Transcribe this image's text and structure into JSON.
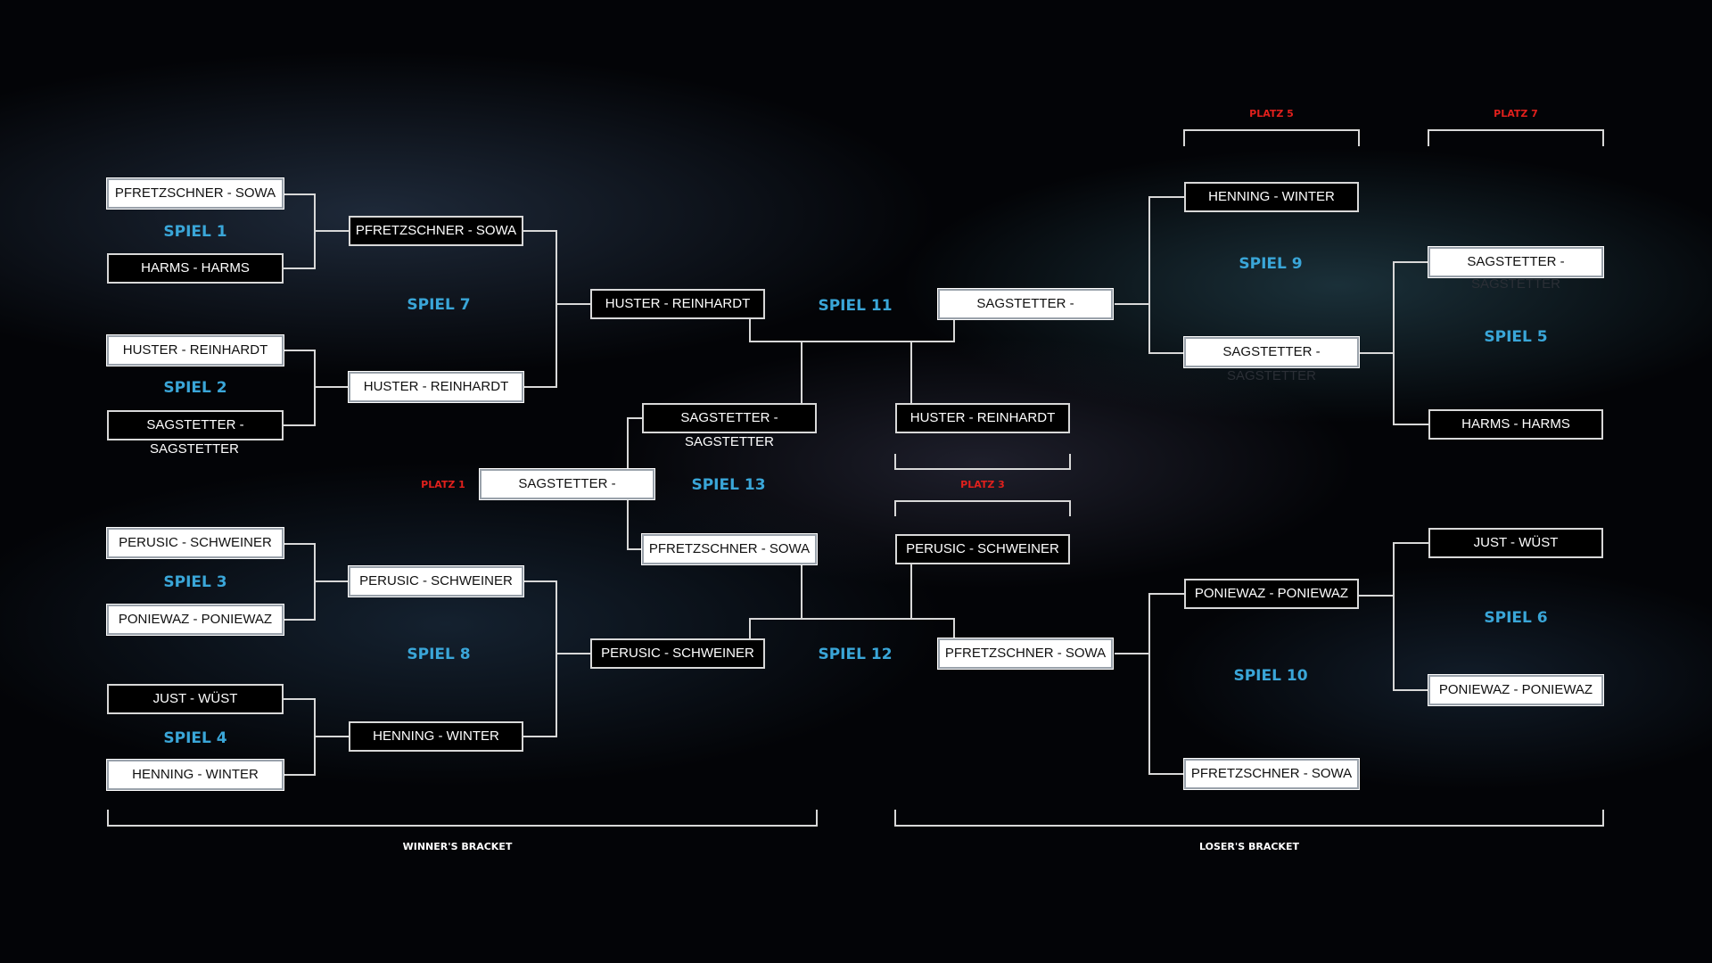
{
  "colors": {
    "spiel": "#3aa6d8",
    "platz": "#e0201c",
    "line": "#d8d8d8"
  },
  "matches": {
    "r1_1": "PFRETZSCHNER - SOWA",
    "r1_2": "HARMS - HARMS",
    "r1_3": "HUSTER - REINHARDT",
    "r1_4": "SAGSTETTER -",
    "r1_4_sub": "SAGSTETTER",
    "r1_5": "PERUSIC - SCHWEINER",
    "r1_6": "PONIEWAZ - PONIEWAZ",
    "r1_7": "JUST - WÜST",
    "r1_8": "HENNING - WINTER",
    "qf_1": "PFRETZSCHNER - SOWA",
    "qf_2": "HUSTER - REINHARDT",
    "qf_3": "PERUSIC - SCHWEINER",
    "qf_4": "HENNING - WINTER",
    "sf_1": "HUSTER - REINHARDT",
    "sf_2": "PERUSIC - SCHWEINER",
    "f_top": "SAGSTETTER -",
    "f_top_sub": "SAGSTETTER",
    "f_bottom": "PFRETZSCHNER - SOWA",
    "winner": "SAGSTETTER -",
    "s11_winner": "SAGSTETTER -",
    "s11_loser": "HUSTER - REINHARDT",
    "s12_loser": "PERUSIC - SCHWEINER",
    "s12_winner": "PFRETZSCHNER - SOWA",
    "s9_top": "HENNING - WINTER",
    "s9_bottom": "SAGSTETTER -",
    "s9_bottom_sub": "SAGSTETTER",
    "s5_top": "SAGSTETTER -",
    "s5_top_sub": "SAGSTETTER",
    "s5_bottom": "HARMS - HARMS",
    "s10_top": "PONIEWAZ - PONIEWAZ",
    "s10_bottom": "PFRETZSCHNER - SOWA",
    "s6_top": "JUST - WÜST",
    "s6_bottom": "PONIEWAZ - PONIEWAZ"
  },
  "spiele": {
    "s1": "SPIEL 1",
    "s2": "SPIEL 2",
    "s3": "SPIEL 3",
    "s4": "SPIEL 4",
    "s5": "SPIEL 5",
    "s6": "SPIEL 6",
    "s7": "SPIEL 7",
    "s8": "SPIEL 8",
    "s9": "SPIEL 9",
    "s10": "SPIEL 10",
    "s11": "SPIEL 11",
    "s12": "SPIEL 12",
    "s13": "SPIEL 13"
  },
  "platz": {
    "p1": "PLATZ 1",
    "p3": "PLATZ 3",
    "p5": "PLATZ 5",
    "p7": "PLATZ 7"
  },
  "brackets": {
    "winners": "WINNER'S BRACKET",
    "losers": "LOSER'S BRACKET"
  }
}
